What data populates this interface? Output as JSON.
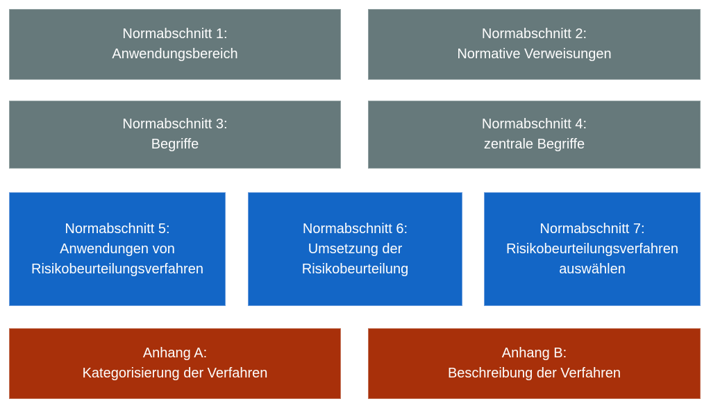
{
  "colors": {
    "gray": "#66797B",
    "blue": "#1366C6",
    "red": "#A8300A",
    "text": "#FDFDFD",
    "background": "#FFFFFF"
  },
  "diagram": {
    "description": "Slide diagram of standard sections (Normabschnitte) and annexes (Anhänge)",
    "boxes": [
      {
        "id": "normabschnitt-1",
        "type": "gray",
        "lines": [
          "Normabschnitt 1:",
          "Anwendungsbereich"
        ]
      },
      {
        "id": "normabschnitt-2",
        "type": "gray",
        "lines": [
          "Normabschnitt 2:",
          "Normative Verweisungen"
        ]
      },
      {
        "id": "normabschnitt-3",
        "type": "gray",
        "lines": [
          "Normabschnitt 3:",
          "Begriffe"
        ]
      },
      {
        "id": "normabschnitt-4",
        "type": "gray",
        "lines": [
          "Normabschnitt 4:",
          "zentrale Begriffe"
        ]
      },
      {
        "id": "normabschnitt-5",
        "type": "blue",
        "lines": [
          "Normabschnitt 5:",
          "Anwendungen von",
          "Risikobeurteilungsverfahren"
        ]
      },
      {
        "id": "normabschnitt-6",
        "type": "blue",
        "lines": [
          "Normabschnitt 6:",
          "Umsetzung der",
          "Risikobeurteilung"
        ]
      },
      {
        "id": "normabschnitt-7",
        "type": "blue",
        "lines": [
          "Normabschnitt 7:",
          "Risikobeurteilungsverfahren",
          "auswählen"
        ]
      },
      {
        "id": "anhang-a",
        "type": "red",
        "lines": [
          "Anhang A:",
          "Kategorisierung der Verfahren"
        ]
      },
      {
        "id": "anhang-b",
        "type": "red",
        "lines": [
          "Anhang B:",
          "Beschreibung der Verfahren"
        ]
      }
    ]
  }
}
